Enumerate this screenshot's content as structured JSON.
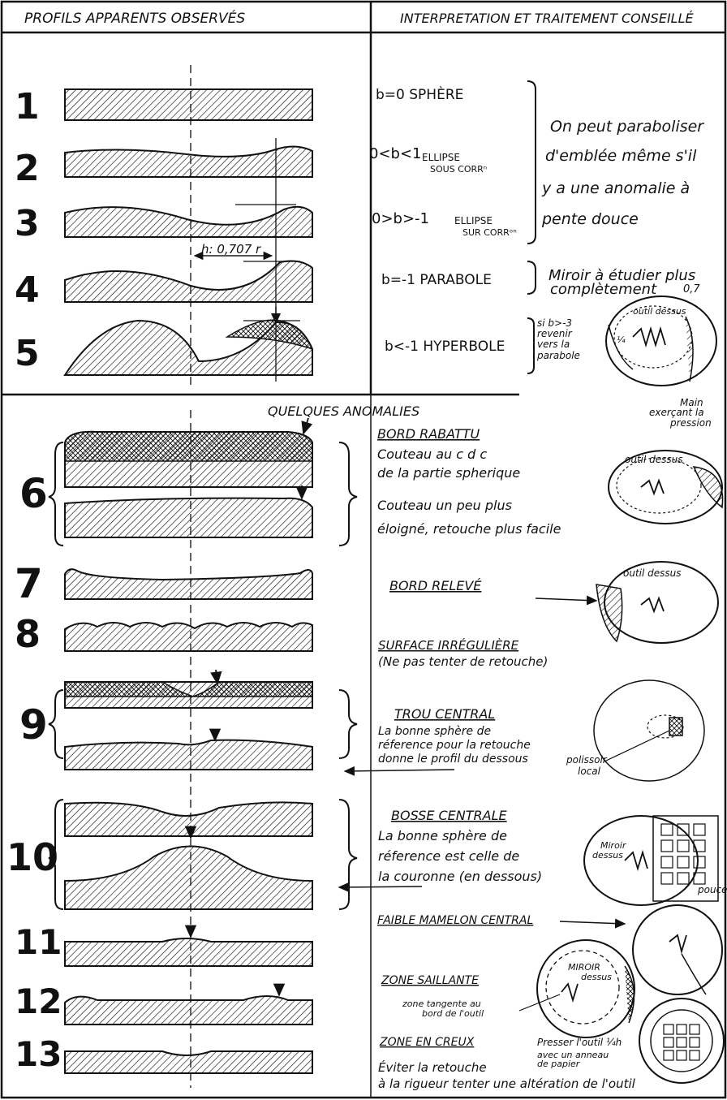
{
  "header": {
    "left_title": "PROFILS APPARENTS  OBSERVÉS",
    "right_title": "INTERPRETATION  ET TRAITEMENT CONSEILLÉ"
  },
  "profiles": [
    {
      "number": "1"
    },
    {
      "number": "2"
    },
    {
      "number": "3"
    },
    {
      "number": "4"
    },
    {
      "number": "5"
    },
    {
      "number": "6"
    },
    {
      "number": "7"
    },
    {
      "number": "8"
    },
    {
      "number": "9"
    },
    {
      "number": "10"
    },
    {
      "number": "11"
    },
    {
      "number": "12"
    },
    {
      "number": "13"
    }
  ],
  "measure_label": "h: 0,707 r",
  "interpretation": {
    "b_sphere": "b=0 SPHÈRE",
    "b_ellipse_sous_1": "0<b<1",
    "b_ellipse_sous_2": "ELLIPSE",
    "b_ellipse_sous_3": "SOUS CORRⁿ",
    "b_ellipse_sur_1": "0>b>-1",
    "b_ellipse_sur_2": "ELLIPSE",
    "b_ellipse_sur_3": "SUR CORRᵒⁿ",
    "b_parabole": "b=-1 PARABOLE",
    "b_hyperbole": "b<-1 HYPERBOLE",
    "parabolize_lines": [
      "On peut paraboliser",
      "d'emblée même s'il",
      "y a une anomalie à",
      "pente douce"
    ],
    "study_lines": [
      "Miroir à étudier plus",
      "complètement"
    ],
    "study_value": "0,7",
    "hyperbole_note": [
      "si b>-3",
      "revenir",
      "vers la",
      "parabole"
    ],
    "tool_top_label": "outil dessus",
    "tool_fraction": "¼",
    "hand_label": [
      "Main",
      "exerçant la",
      "pression"
    ]
  },
  "anomalies_title": "QUELQUES ANOMALIES",
  "anomalies": {
    "bord_rabattu": "BORD RABATTU",
    "bord_rabattu_lines": [
      "Couteau au c d c",
      "de la partie spherique",
      "Couteau un peu plus",
      "éloigné, retouche plus facile"
    ],
    "outil_dessus_1": "outil dessus",
    "bord_releve": "BORD RELEVÉ",
    "outil_dessus_2": "outil dessus",
    "surface_irreguliere": "SURFACE IRRÉGULIÈRE",
    "surface_irreguliere_note": "(Ne pas tenter de retouche)",
    "trou_central": "TROU CENTRAL",
    "trou_central_lines": [
      "La bonne sphère de",
      "réference pour la retouche",
      "donne le profil du dessous"
    ],
    "polissoir_local": [
      "polissoir",
      "local"
    ],
    "bosse_centrale": "BOSSE CENTRALE",
    "bosse_centrale_lines": [
      "La bonne sphère de",
      "réference est celle de",
      "la couronne (en dessous)"
    ],
    "miroir_dessus": [
      "Miroir",
      "dessus"
    ],
    "pouce": "pouce",
    "faible_mamelon": "FAIBLE MAMELON CENTRAL",
    "zone_saillante": "ZONE SAILLANTE",
    "zone_tangente": [
      "zone tangente au",
      "bord de l'outil"
    ],
    "miroir_dessus_2": [
      "MIROIR",
      "dessus"
    ],
    "zone_en_creux": "ZONE EN CREUX",
    "presser_outil": "Presser l'outil ¼h",
    "anneau": [
      "avec un anneau",
      "de papier"
    ],
    "eviter": "Éviter la retouche",
    "a_la_rigueur": "à la rigueur tenter une altération de l'outil"
  }
}
